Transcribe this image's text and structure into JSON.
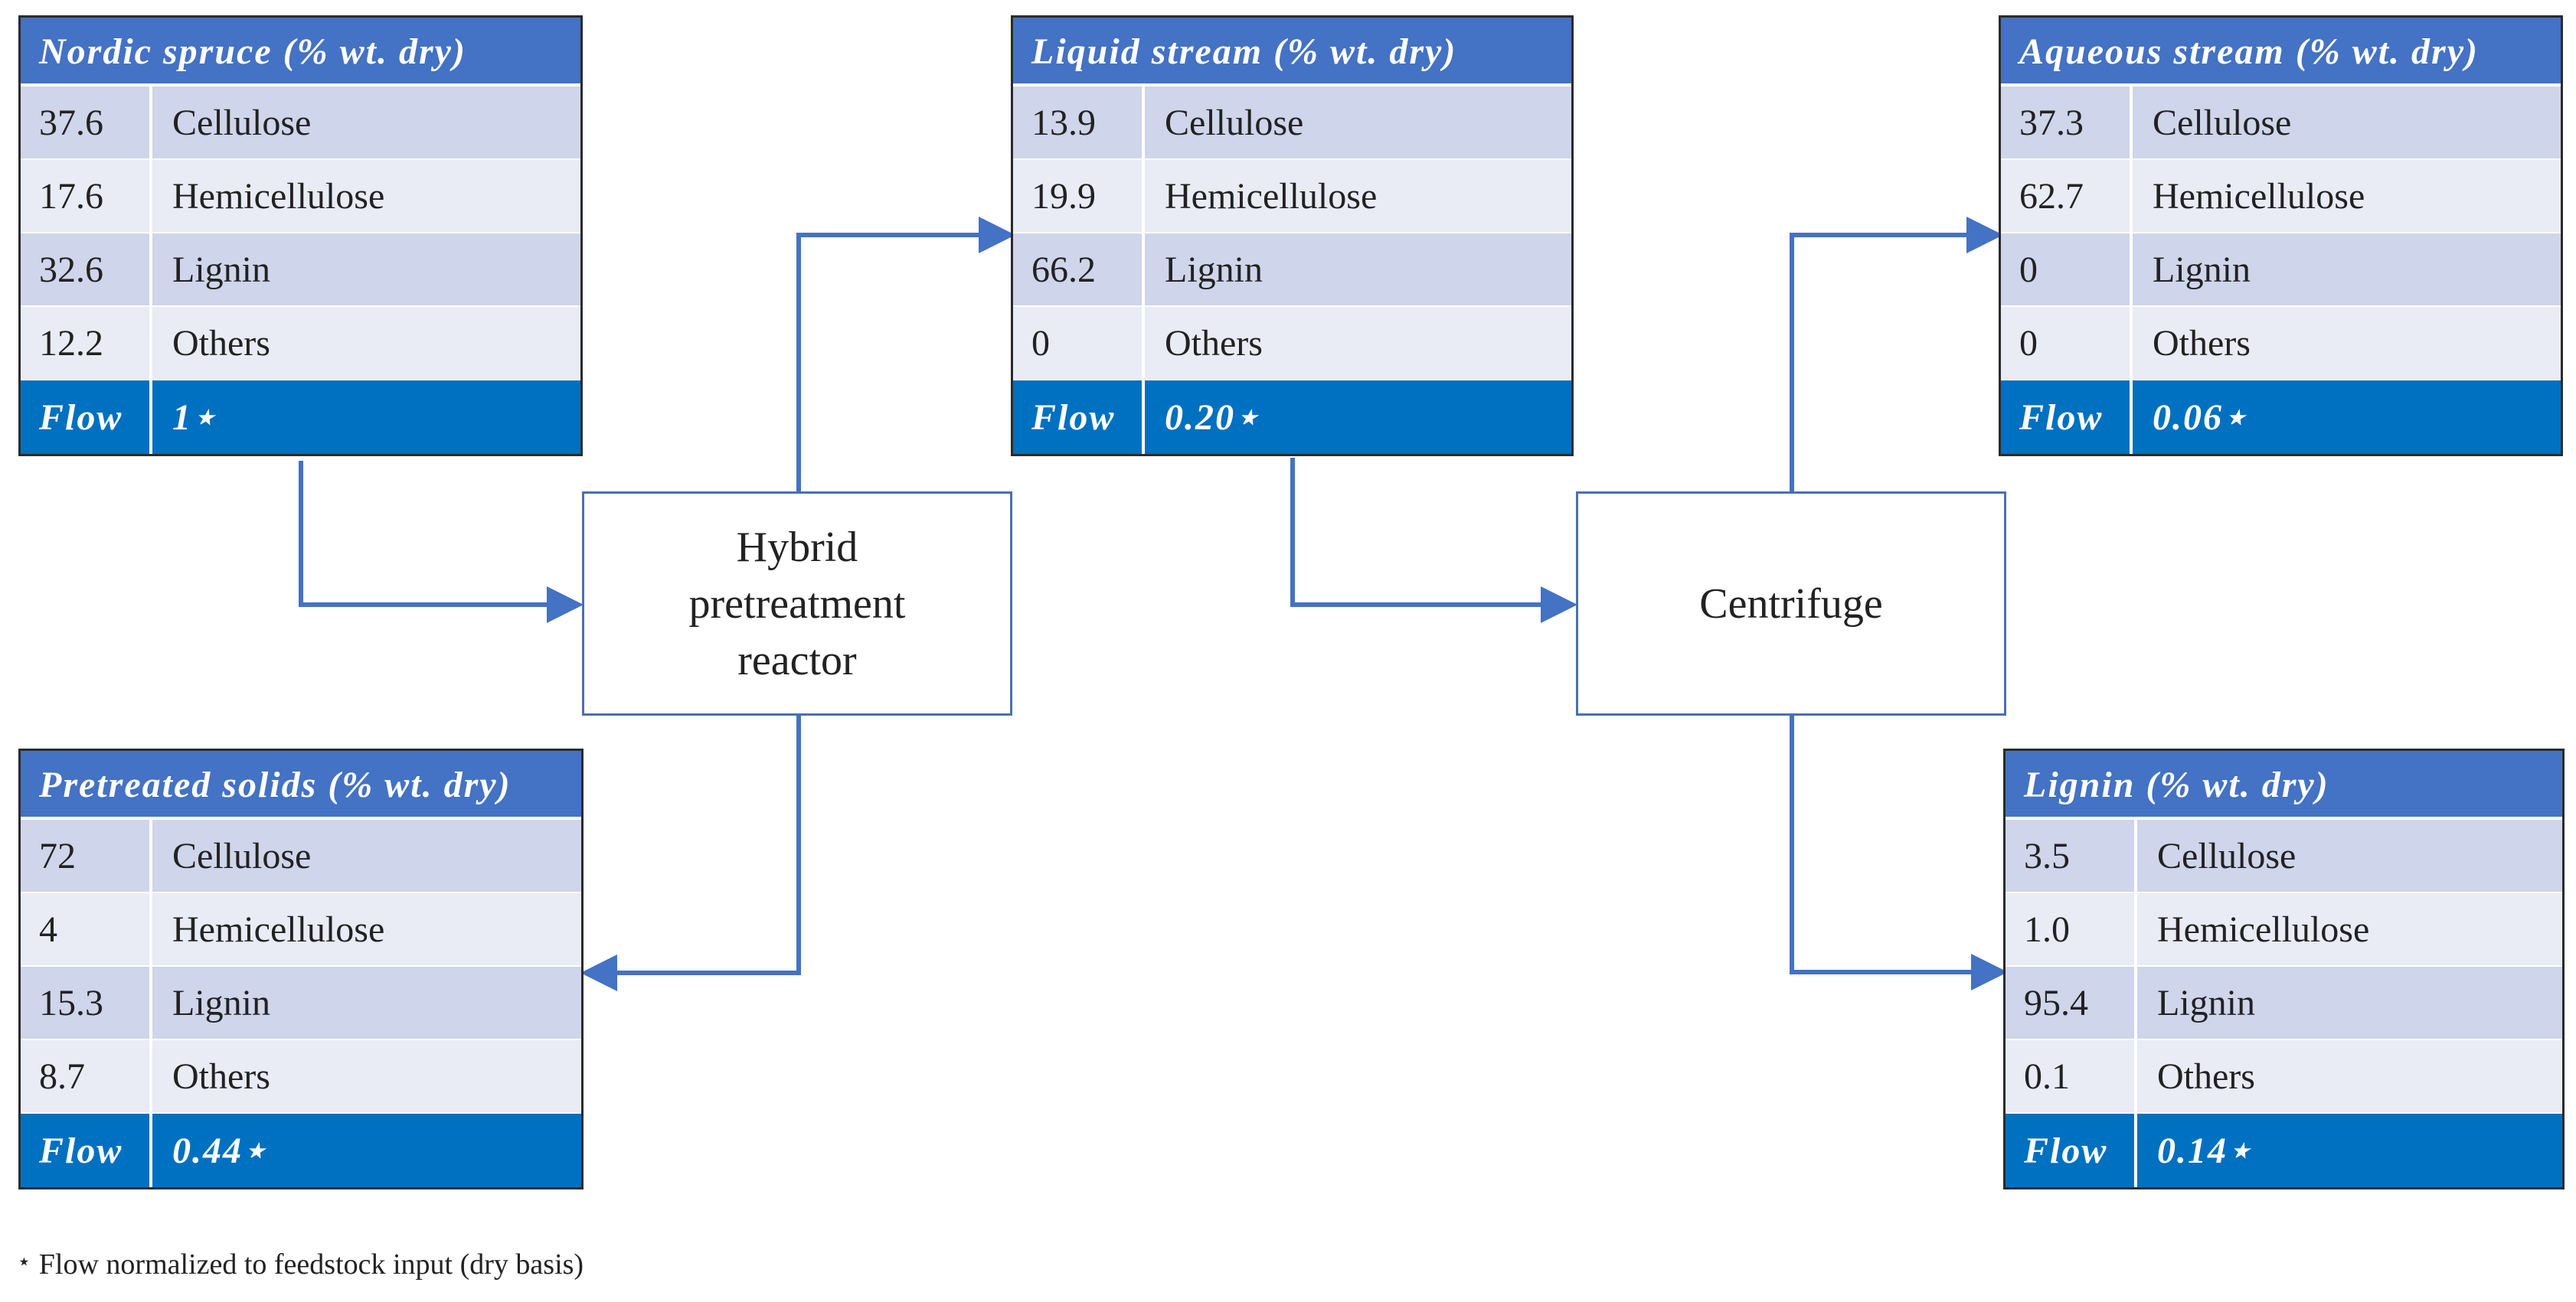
{
  "tables": {
    "feed": {
      "title": "Nordic spruce (% wt. dry)",
      "rows": [
        {
          "value": "37.6",
          "label": "Cellulose"
        },
        {
          "value": "17.6",
          "label": "Hemicellulose"
        },
        {
          "value": "32.6",
          "label": "Lignin"
        },
        {
          "value": "12.2",
          "label": "Others"
        }
      ],
      "flow_label": "Flow",
      "flow_value": "1⋆"
    },
    "liquid": {
      "title": "Liquid stream (% wt. dry)",
      "rows": [
        {
          "value": "13.9",
          "label": "Cellulose"
        },
        {
          "value": "19.9",
          "label": "Hemicellulose"
        },
        {
          "value": "66.2",
          "label": "Lignin"
        },
        {
          "value": "0",
          "label": "Others"
        }
      ],
      "flow_label": "Flow",
      "flow_value": "0.20⋆"
    },
    "aqueous": {
      "title": "Aqueous stream (% wt. dry)",
      "rows": [
        {
          "value": "37.3",
          "label": "Cellulose"
        },
        {
          "value": "62.7",
          "label": "Hemicellulose"
        },
        {
          "value": "0",
          "label": "Lignin"
        },
        {
          "value": "0",
          "label": "Others"
        }
      ],
      "flow_label": "Flow",
      "flow_value": "0.06⋆"
    },
    "solids": {
      "title": "Pretreated solids (% wt. dry)",
      "rows": [
        {
          "value": "72",
          "label": "Cellulose"
        },
        {
          "value": "4",
          "label": "Hemicellulose"
        },
        {
          "value": "15.3",
          "label": "Lignin"
        },
        {
          "value": "8.7",
          "label": "Others"
        }
      ],
      "flow_label": "Flow",
      "flow_value": "0.44⋆"
    },
    "lignin": {
      "title": "Lignin (% wt. dry)",
      "rows": [
        {
          "value": "3.5",
          "label": "Cellulose"
        },
        {
          "value": "1.0",
          "label": "Hemicellulose"
        },
        {
          "value": "95.4",
          "label": "Lignin"
        },
        {
          "value": "0.1",
          "label": "Others"
        }
      ],
      "flow_label": "Flow",
      "flow_value": "0.14⋆"
    }
  },
  "units": {
    "reactor": {
      "line1": "Hybrid",
      "line2": "pretreatment",
      "line3": "reactor"
    },
    "centrifuge": {
      "label": "Centrifuge"
    }
  },
  "footnote": {
    "symbol": "⋆",
    "text": "Flow normalized to feedstock input (dry basis)"
  },
  "colors": {
    "header_blue": "#4472c4",
    "flow_blue": "#0070c0",
    "row_dark": "#cfd5ea",
    "row_light": "#e9ebf5",
    "arrow": "#4472c4"
  }
}
